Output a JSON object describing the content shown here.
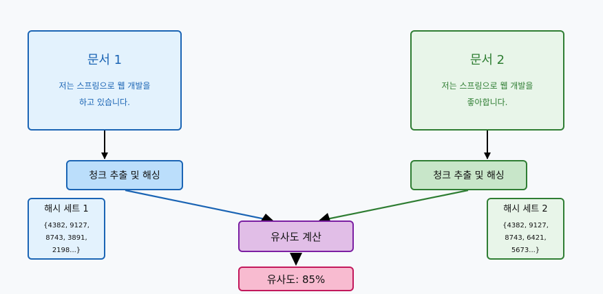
{
  "colors": {
    "doc1": "#1a64b4",
    "doc2": "#2e7d32",
    "calc": "#7b1fa2",
    "result": "#c2185b",
    "arrow": "#000000"
  },
  "doc1": {
    "title": "문서 1",
    "body": "저는 스프링으로 웹 개발을\n하고 있습니다."
  },
  "doc2": {
    "title": "문서 2",
    "body": "저는 스프링으로 웹 개발을\n좋아합니다."
  },
  "chunk1": {
    "label": "청크 추출 및 해싱"
  },
  "chunk2": {
    "label": "청크 추출 및 해싱"
  },
  "hash1": {
    "title": "해시 세트 1",
    "body": "{4382, 9127,\n8743, 3891,\n2198...}"
  },
  "hash2": {
    "title": "해시 세트 2",
    "body": "{4382, 9127,\n8743, 6421,\n5673...}"
  },
  "calc": {
    "label": "유사도 계산"
  },
  "result": {
    "label": "유사도: 85%"
  }
}
